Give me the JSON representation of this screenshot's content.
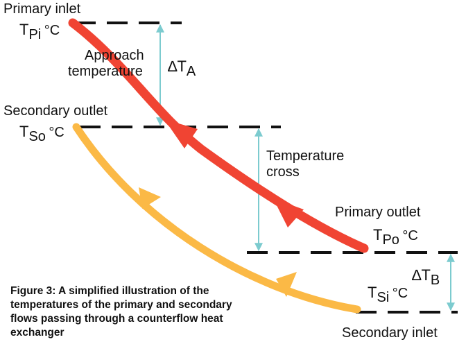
{
  "labels": {
    "primary_inlet": "Primary inlet",
    "tpi": {
      "main": "T",
      "sub": "Pi",
      "unit": "°C"
    },
    "approach_line1": "Approach",
    "approach_line2": "temperature",
    "delta_a": {
      "main": "∆T",
      "sub": "A"
    },
    "secondary_outlet": "Secondary outlet",
    "tso": {
      "main": "T",
      "sub": "So",
      "unit": "°C"
    },
    "temp_cross_line1": "Temperature",
    "temp_cross_line2": "cross",
    "primary_outlet": "Primary outlet",
    "tpo": {
      "main": "T",
      "sub": "Po",
      "unit": "°C"
    },
    "delta_b": {
      "main": "∆T",
      "sub": "B"
    },
    "tsi": {
      "main": "T",
      "sub": "Si",
      "unit": "°C"
    },
    "secondary_inlet": "Secondary inlet"
  },
  "caption": "Figure 3: A simplified illustration of the temperatures of the primary and secondary flows passing through a counterflow heat exchanger",
  "colors": {
    "primary_flow": "#f04433",
    "secondary_flow": "#fbb946",
    "dimension_arrow": "#7ccbcf",
    "dashes": "#111111"
  }
}
